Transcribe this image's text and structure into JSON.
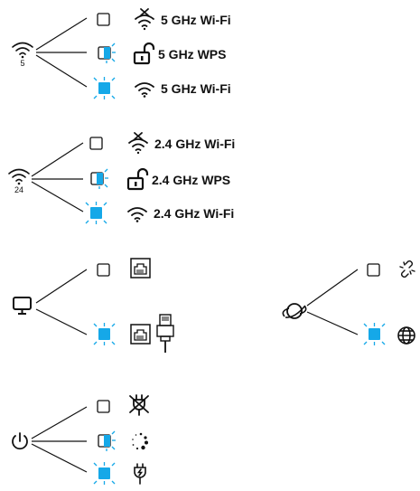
{
  "colors": {
    "led_on": "#15a8e8",
    "stroke": "#111111",
    "background": "#ffffff"
  },
  "groups": [
    {
      "id": "wifi-5ghz",
      "source_icon": "wifi-5ghz-icon",
      "source_text": "5",
      "rows": [
        {
          "led": "off",
          "icon": "wifi-off-icon",
          "label": "5 GHz Wi-Fi"
        },
        {
          "led": "blink",
          "icon": "unlock-icon",
          "label": "5 GHz WPS"
        },
        {
          "led": "on",
          "icon": "wifi-icon",
          "label": "5 GHz Wi-Fi"
        }
      ]
    },
    {
      "id": "wifi-24ghz",
      "source_icon": "wifi-24ghz-icon",
      "source_text": "24",
      "rows": [
        {
          "led": "off",
          "icon": "wifi-off-icon",
          "label": "2.4 GHz Wi-Fi"
        },
        {
          "led": "blink",
          "icon": "unlock-icon",
          "label": "2.4 GHz WPS"
        },
        {
          "led": "on",
          "icon": "wifi-icon",
          "label": "2.4 GHz Wi-Fi"
        }
      ]
    },
    {
      "id": "lan",
      "source_icon": "monitor-icon",
      "rows": [
        {
          "led": "off",
          "icons": [
            "ethernet-port-icon"
          ]
        },
        {
          "led": "on",
          "icons": [
            "ethernet-port-icon",
            "ethernet-plug-icon"
          ]
        }
      ]
    },
    {
      "id": "internet",
      "source_icon": "planet-icon",
      "rows": [
        {
          "led": "off",
          "icons": [
            "broken-link-icon"
          ]
        },
        {
          "led": "on",
          "icons": [
            "globe-icon"
          ]
        }
      ]
    },
    {
      "id": "power",
      "source_icon": "power-icon",
      "rows": [
        {
          "led": "off",
          "icons": [
            "power-plug-crossed-icon"
          ]
        },
        {
          "led": "blink",
          "icons": [
            "loading-spinner-icon"
          ]
        },
        {
          "led": "on",
          "icons": [
            "power-plug-icon"
          ]
        }
      ]
    }
  ]
}
